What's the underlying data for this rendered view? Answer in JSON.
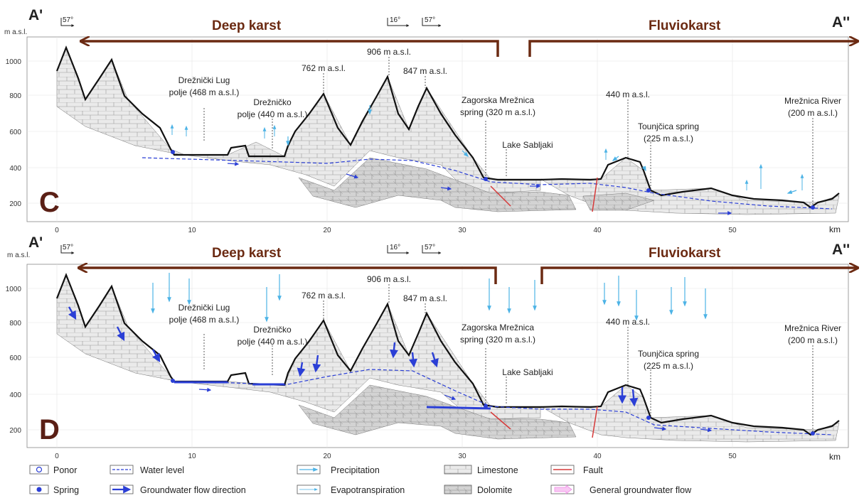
{
  "section_start": "A'",
  "section_end": "A''",
  "y_axis_label": "m a.s.l.",
  "x_axis_label": "km",
  "y_ticks": [
    "200",
    "400",
    "600",
    "800",
    "1000"
  ],
  "x_ticks": [
    "0",
    "10",
    "20",
    "30",
    "40",
    "50"
  ],
  "dips": [
    "57°",
    "16°",
    "57°"
  ],
  "regions": {
    "left": "Deep karst",
    "right": "Fluviokarst"
  },
  "panels": [
    {
      "letter": "C",
      "labels": {
        "peak_906": "906 m a.s.l.",
        "peak_762": "762 m a.s.l.",
        "peak_847": "847 m a.s.l.",
        "peak_440": "440 m a.s.l.",
        "drez_lug_1": "Drežnički Lug",
        "drez_lug_2": "polje (468 m a.s.l.)",
        "drez_1": "Drežničko",
        "drez_2": "polje (440 m a.s.l.)",
        "zag_1": "Zagorska Mrežnica",
        "zag_2": "spring (320 m a.s.l.)",
        "lake": "Lake Sabljaki",
        "toun_1": "Tounjčica spring",
        "toun_2": "(225 m a.s.l.)",
        "river_1": "Mrežnica River",
        "river_2": "(200 m a.s.l.)"
      }
    },
    {
      "letter": "D",
      "labels": {
        "peak_906": "906 m a.s.l.",
        "peak_762": "762 m a.s.l.",
        "peak_847": "847 m a.s.l.",
        "peak_440": "440 m a.s.l.",
        "drez_lug_1": "Drežnički Lug",
        "drez_lug_2": "polje (468 m a.s.l.)",
        "drez_1": "Drežničko",
        "drez_2": "polje (440 m a.s.l.)",
        "zag_1": "Zagorska Mrežnica",
        "zag_2": "spring (320 m a.s.l.)",
        "lake": "Lake Sabljaki",
        "toun_1": "Tounjčica spring",
        "toun_2": "(225 m a.s.l.)",
        "river_1": "Mrežnica River",
        "river_2": "(200 m a.s.l.)"
      }
    }
  ],
  "legend": {
    "ponor": "Ponor",
    "spring": "Spring",
    "water_level": "Water level",
    "gw_flow": "Groundwater flow direction",
    "precipitation": "Precipitation",
    "evapotranspiration": "Evapotranspiration",
    "limestone": "Limestone",
    "dolomite": "Dolomite",
    "fault": "Fault",
    "general_flow": "General groundwater flow"
  },
  "colors": {
    "terrain": "#111111",
    "limestone": "#e9e9e9",
    "dolomite": "#cfcfcf",
    "water": "#2b3fd6",
    "precip": "#4db3e6",
    "fault": "#d63a3a",
    "region_arrow": "#6b2a12",
    "panel_letter": "#5a1f15",
    "general_flow": "#f08ae6"
  }
}
